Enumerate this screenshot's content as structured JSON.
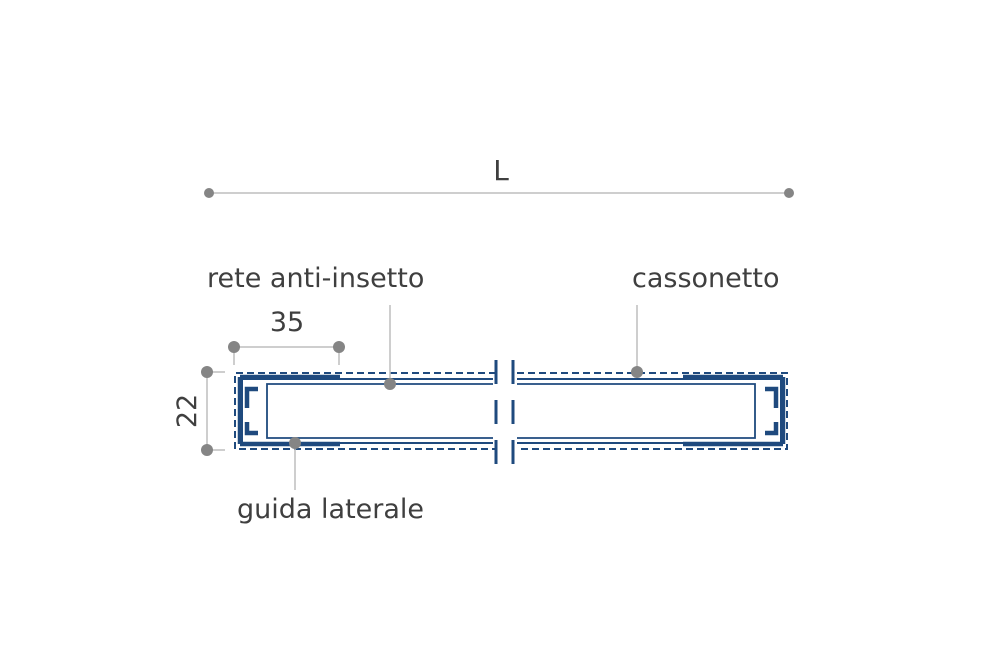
{
  "dimensions": {
    "length_label": "L",
    "width_label": "35",
    "height_label": "22"
  },
  "callouts": {
    "screen": "rete anti-insetto",
    "box": "cassonetto",
    "guide": "guida laterale"
  },
  "colors": {
    "profile": "#1f4a7e",
    "dimension_line": "#bdbdbd",
    "dimension_dot": "#858585",
    "text": "#3f3f3f"
  }
}
